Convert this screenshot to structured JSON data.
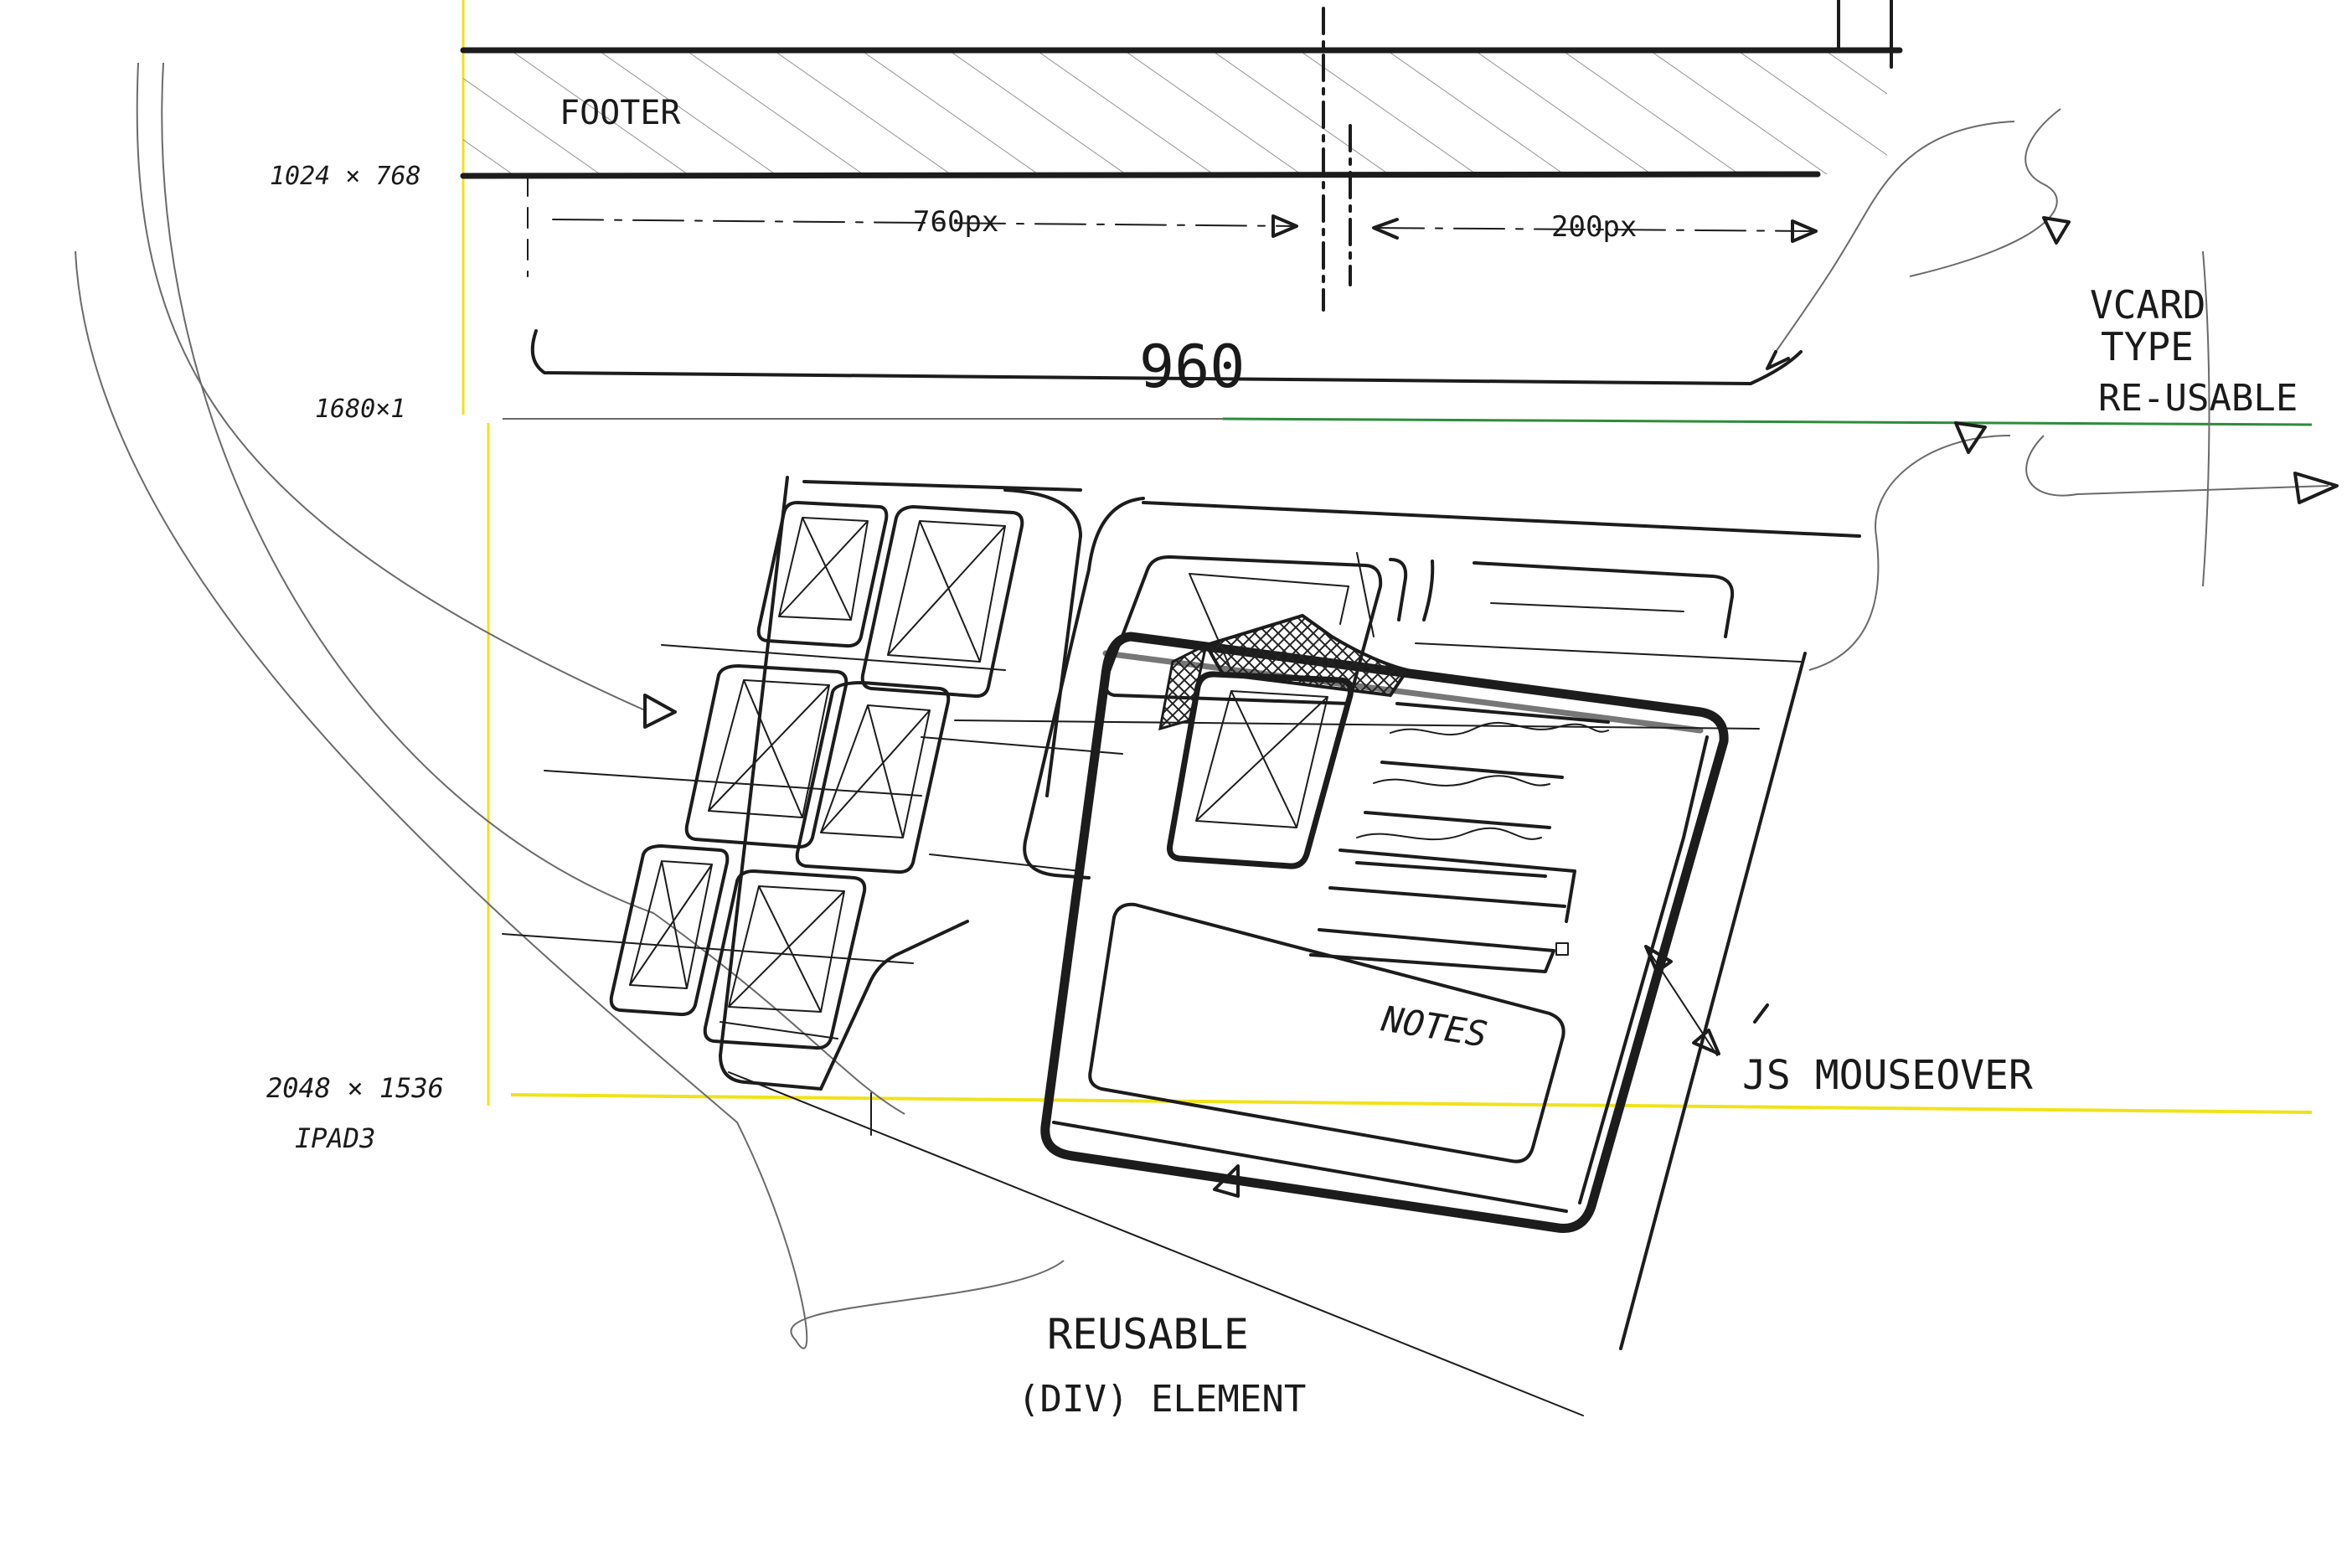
{
  "sketch": {
    "footer_label": "FOOTER",
    "width_total": "960",
    "width_sidebar": "200px",
    "width_main": "760px",
    "res_1024": "1024 × 768",
    "res_1680": "1680×1",
    "res_2048": "2048 × 1536",
    "res_ipad": "IPAD3",
    "vcard_line1": "VCARD",
    "vcard_line2": "TYPE",
    "vcard_line3": "RE-USABLE",
    "notes": "NOTES",
    "js_mouseover": "JS MOUSEOVER",
    "reusable_line1": "REUSABLE",
    "reusable_line2": "(DIV) ELEMENT"
  },
  "colors": {
    "ink": "#1c1c1c",
    "guide_yellow": "#f0e21a",
    "guide_green": "#2e8b3a"
  }
}
